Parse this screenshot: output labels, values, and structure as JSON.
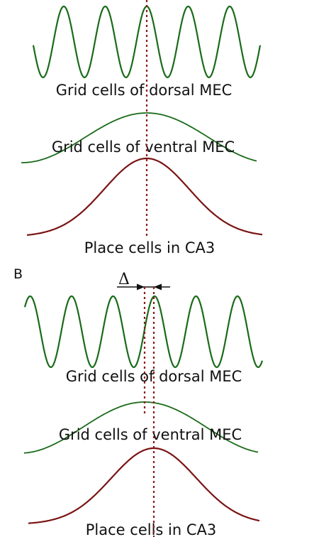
{
  "colors": {
    "grid": "#1a6b1a",
    "place": "#7a1414",
    "guide": "#8b1a1a",
    "text": "#111111"
  },
  "panelA": {
    "label": "",
    "dorsal_label": "Grid cells of dorsal MEC",
    "ventral_label": "Grid cells of ventral MEC",
    "place_label": "Place cells in CA3"
  },
  "panelB": {
    "label": "B",
    "delta_symbol": "Δ",
    "dorsal_label": "Grid cells of dorsal MEC",
    "ventral_label": "Grid cells of ventral MEC",
    "place_label": "Place cells in CA3"
  }
}
